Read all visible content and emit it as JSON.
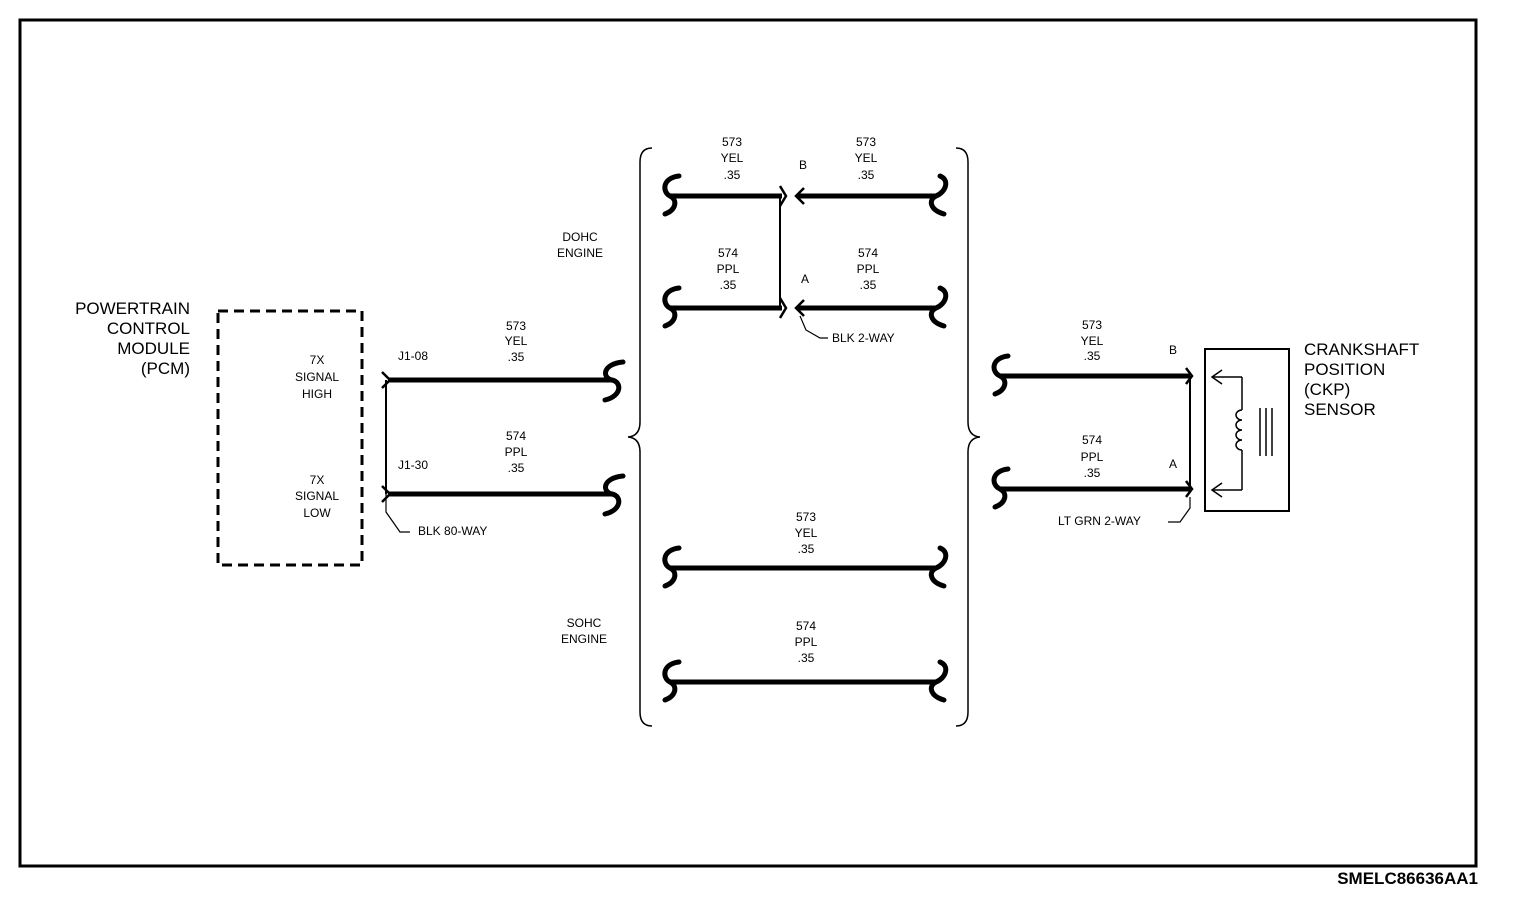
{
  "pcm": {
    "title_lines": [
      "POWERTRAIN",
      "CONTROL",
      "MODULE",
      "(PCM)"
    ],
    "signal_high_lines": [
      "7X",
      "SIGNAL",
      "HIGH"
    ],
    "signal_low_lines": [
      "7X",
      "SIGNAL",
      "LOW"
    ]
  },
  "pcm_connector": {
    "pin_high": "J1-08",
    "pin_low": "J1-30",
    "name": "BLK 80-WAY"
  },
  "wires": {
    "yel": [
      "573",
      "YEL",
      ".35"
    ],
    "ppl": [
      "574",
      "PPL",
      ".35"
    ]
  },
  "engine_options": {
    "dohc_lines": [
      "DOHC",
      "ENGINE"
    ],
    "sohc_lines": [
      "SOHC",
      "ENGINE"
    ]
  },
  "dohc_connector": {
    "pin_b": "B",
    "pin_a": "A",
    "name": "BLK 2-WAY"
  },
  "sensor_connector": {
    "pin_b": "B",
    "pin_a": "A",
    "name": "LT GRN 2-WAY"
  },
  "sensor": {
    "title_lines": [
      "CRANKSHAFT",
      "POSITION",
      "(CKP)",
      "SENSOR"
    ]
  },
  "figure_code": "SMELC86636AA1"
}
